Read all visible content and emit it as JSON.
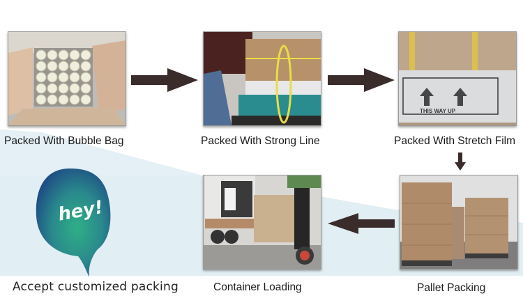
{
  "steps": [
    {
      "label": "Packed With Bubble Bag",
      "image": "rolls-in-bubble-bag-box-photo"
    },
    {
      "label": "Packed With Strong Line",
      "image": "strapping-machine-photo"
    },
    {
      "label": "Packed With Stretch Film",
      "image": "stretch-film-box-photo",
      "box_text": "THIS WAY UP"
    },
    {
      "label": "Pallet Packing",
      "image": "wrapped-pallets-warehouse-photo"
    },
    {
      "label": "Container Loading",
      "image": "forklift-container-truck-photo"
    }
  ],
  "custom": {
    "bubble_text": "hey!",
    "label": "Accept customized packing"
  },
  "arrows": [
    {
      "direction": "right",
      "from": "Packed With Bubble Bag",
      "to": "Packed With Strong Line"
    },
    {
      "direction": "right",
      "from": "Packed With Strong Line",
      "to": "Packed With Stretch Film"
    },
    {
      "direction": "down",
      "from": "Packed With Stretch Film",
      "to": "Pallet Packing"
    },
    {
      "direction": "left",
      "from": "Pallet Packing",
      "to": "Container Loading"
    }
  ],
  "colors": {
    "arrow": "#3a2c2a",
    "band": "#e1eef3",
    "caption": "#1a1a1a"
  }
}
